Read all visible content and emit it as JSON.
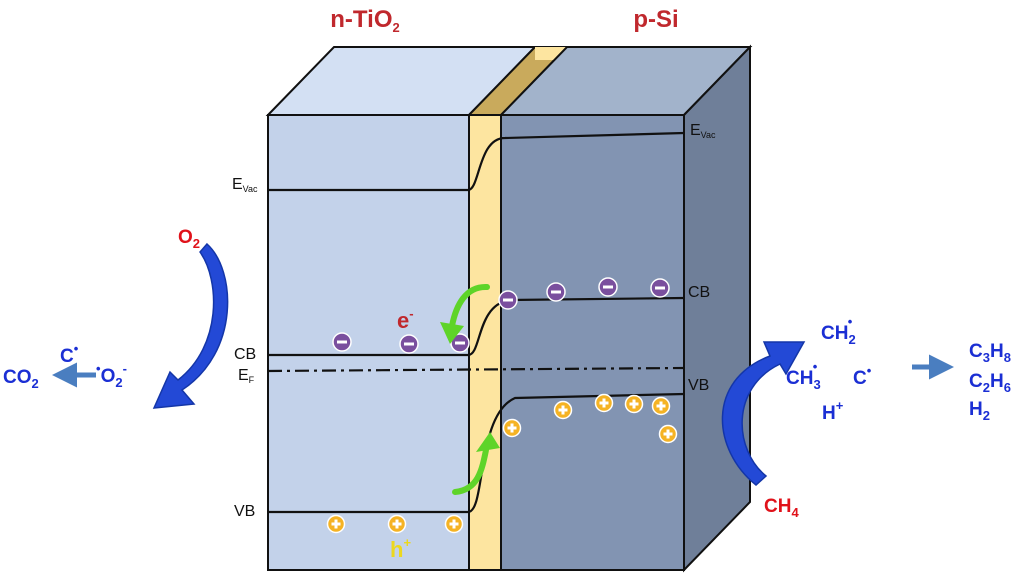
{
  "materials": {
    "left": "n-TiO",
    "left_sub": "2",
    "right": "p-Si"
  },
  "levels": {
    "evac_left": "E",
    "evac_left_sub": "Vac",
    "evac_right": "E",
    "evac_right_sub": "Vac",
    "cb_left": "CB",
    "ef": "E",
    "ef_sub": "F",
    "vb_left": "VB",
    "cb_right": "CB",
    "vb_right": "VB"
  },
  "carriers": {
    "electron": "e",
    "electron_sup": "-",
    "hole": "h",
    "hole_sup": "+"
  },
  "left_reaction": {
    "o2": "O",
    "o2_sub": "2",
    "co2": "CO",
    "co2_sub": "2",
    "c_radical": "C",
    "c_radical_dot": "•",
    "o2_radical_dot": "•",
    "o2_radical": "O",
    "o2_radical_sub": "2",
    "o2_radical_sup": "-"
  },
  "right_reaction": {
    "ch2": "CH",
    "ch2_sub": "2",
    "ch2_dot": "•",
    "ch3": "CH",
    "ch3_sub": "3",
    "ch3_dot": "•",
    "c_radical": "C",
    "c_radical_dot": "•",
    "h_plus": "H",
    "h_plus_sup": "+",
    "ch4": "CH",
    "ch4_sub": "4"
  },
  "products": {
    "p1a": "C",
    "p1a_sub": "3",
    "p1b": "H",
    "p1b_sub": "8",
    "p2a": "C",
    "p2a_sub": "2",
    "p2b": "H",
    "p2b_sub": "6",
    "p3": "H",
    "p3_sub": "2"
  },
  "colors": {
    "tio2_front": "#c3d2ea",
    "tio2_top": "#d3e0f3",
    "si_front": "#8294b2",
    "si_top": "#a2b3cb",
    "si_side": "#6f7f99",
    "interface": "#fde5a0",
    "electron": "#7a4f9e",
    "hole": "#f5b324",
    "green_arrow": "#5ed429",
    "blue_arrow": "#2349d6",
    "red_text": "#e0121a"
  }
}
